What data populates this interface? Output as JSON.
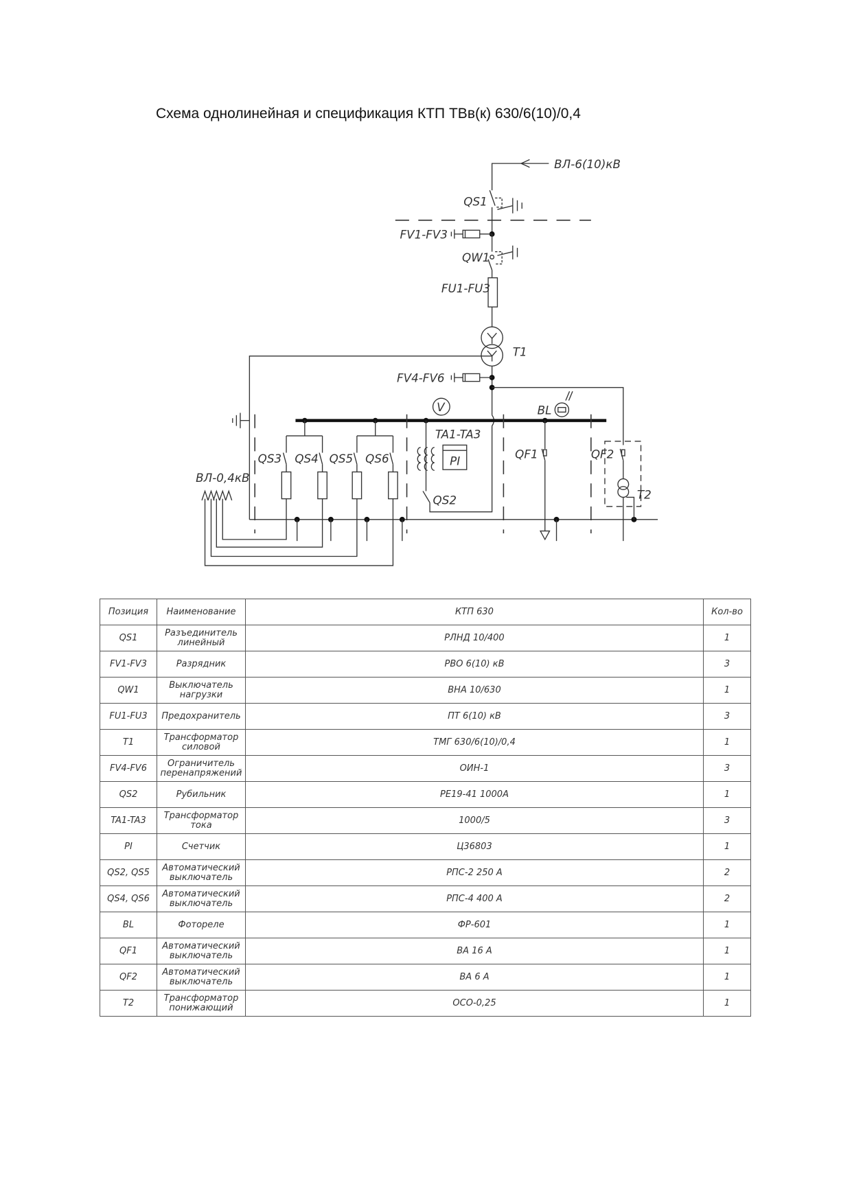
{
  "title": "Схема однолинейная и спецификация КТП ТВв(к) 630/6(10)/0,4",
  "diagram": {
    "labels": {
      "feed_hv": "ВЛ-6(10)кВ",
      "qs1": "QS1",
      "fv1": "FV1-FV3",
      "qw1": "QW1",
      "fu1": "FU1-FU3",
      "t1": "T1",
      "fv4": "FV4-FV6",
      "v": "V",
      "bl": "BL",
      "ta": "TA1-TA3",
      "pi": "PI",
      "qs3": "QS3",
      "qs4": "QS4",
      "qs5": "QS5",
      "qs6": "QS6",
      "qs2": "QS2",
      "qf1": "QF1",
      "qf2": "QF2",
      "t2": "T2",
      "feed_lv": "ВЛ-0,4кВ"
    }
  },
  "table": {
    "header": [
      "Позиция",
      "Наименование",
      "КТП 630",
      "Кол-во"
    ],
    "rows": [
      [
        "QS1",
        "Разъединитель линейный",
        "РЛНД 10/400",
        "1"
      ],
      [
        "FV1-FV3",
        "Разрядник",
        "РВО 6(10) кВ",
        "3"
      ],
      [
        "QW1",
        "Выключатель нагрузки",
        "ВНА 10/630",
        "1"
      ],
      [
        "FU1-FU3",
        "Предохранитель",
        "ПТ 6(10) кВ",
        "3"
      ],
      [
        "T1",
        "Трансформатор силовой",
        "ТМГ 630/6(10)/0,4",
        "1"
      ],
      [
        "FV4-FV6",
        "Ограничитель перенапряжений",
        "ОИН-1",
        "3"
      ],
      [
        "QS2",
        "Рубильник",
        "РЕ19-41 1000А",
        "1"
      ],
      [
        "TA1-TA3",
        "Трансформатор тока",
        "1000/5",
        "3"
      ],
      [
        "PI",
        "Счетчик",
        "Ц36803",
        "1"
      ],
      [
        "QS2, QS5",
        "Автоматический выключатель",
        "РПС-2 250 А",
        "2"
      ],
      [
        "QS4, QS6",
        "Автоматический выключатель",
        "РПС-4 400 А",
        "2"
      ],
      [
        "BL",
        "Фотореле",
        "ФР-601",
        "1"
      ],
      [
        "QF1",
        "Автоматический выключатель",
        "ВА 16 А",
        "1"
      ],
      [
        "QF2",
        "Автоматический выключатель",
        "ВА 6 А",
        "1"
      ],
      [
        "T2",
        "Трансформатор понижающий",
        "ОСО-0,25",
        "1"
      ]
    ]
  }
}
